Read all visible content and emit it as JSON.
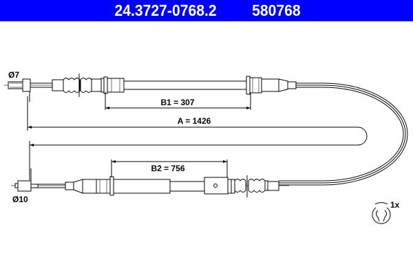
{
  "header": {
    "part_number": "24.3727-0768.2",
    "ref_number": "580768",
    "background_color": "#0000ff",
    "text_color": "#ffffff"
  },
  "diagram": {
    "type": "parking brake cable technical drawing",
    "labels": {
      "upper_end_diameter": "Ø7",
      "lower_end_diameter": "Ø10",
      "dimension_a": "A = 1426",
      "dimension_b1": "B1 = 307",
      "dimension_b2": "B2 = 756",
      "clip_quantity": "1x"
    },
    "dimensions": {
      "A": 1426,
      "B1": 307,
      "B2": 756,
      "upper_end_diameter_mm": 7,
      "lower_end_diameter_mm": 10
    },
    "icons": [
      "retaining-clip-icon"
    ]
  }
}
